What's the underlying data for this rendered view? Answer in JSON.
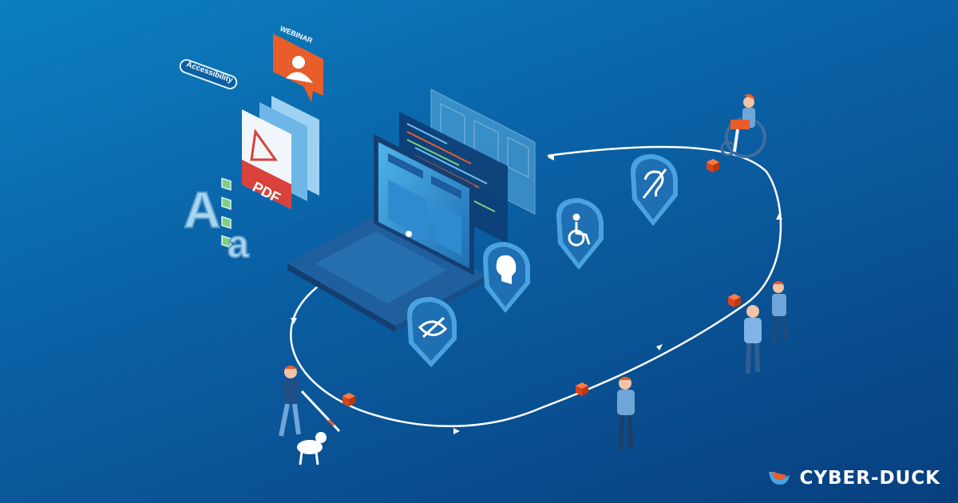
{
  "badges": {
    "webinar": "WEBINAR",
    "accessibility": "Accessibility",
    "pdf": "PDF",
    "font_upper": "A",
    "font_lower": "a"
  },
  "brand": {
    "name": "CYBER-DUCK",
    "logo_icon": "duck-logo-icon"
  },
  "icons": [
    "vision-icon",
    "cognitive-head-icon",
    "wheelchair-icon",
    "hearing-icon"
  ],
  "colors": {
    "background": "#0a5fa3",
    "accent_orange": "#e85d2a",
    "pin_blue": "#4aa3e0",
    "path_white": "#ffffff"
  }
}
